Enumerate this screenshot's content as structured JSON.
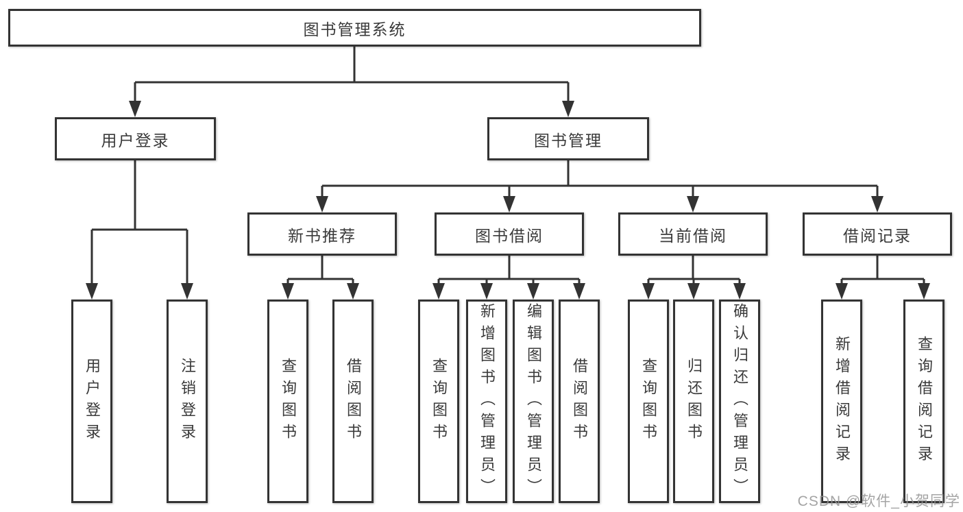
{
  "tree": {
    "label": "图书管理系统",
    "children": [
      {
        "label": "用户登录",
        "children": [
          {
            "label": "用户登录"
          },
          {
            "label": "注销登录"
          }
        ]
      },
      {
        "label": "图书管理",
        "children": [
          {
            "label": "新书推荐",
            "children": [
              {
                "label": "查询图书"
              },
              {
                "label": "借阅图书"
              }
            ]
          },
          {
            "label": "图书借阅",
            "children": [
              {
                "label": "查询图书"
              },
              {
                "label": "新增图书（管理员）"
              },
              {
                "label": "编辑图书（管理员）"
              },
              {
                "label": "借阅图书"
              }
            ]
          },
          {
            "label": "当前借阅",
            "children": [
              {
                "label": "查询图书"
              },
              {
                "label": "归还图书"
              },
              {
                "label": "确认归还（管理员）"
              }
            ]
          },
          {
            "label": "借阅记录",
            "children": [
              {
                "label": "新增借阅记录"
              },
              {
                "label": "查询借阅记录"
              }
            ]
          }
        ]
      }
    ]
  },
  "watermark": {
    "text": "CSDN @软件_小贺同学"
  },
  "colors": {
    "line": "#333333",
    "text": "#3a3a3a",
    "box_background": "#ffffff",
    "watermark": "#949494",
    "background": "#ffffff"
  }
}
